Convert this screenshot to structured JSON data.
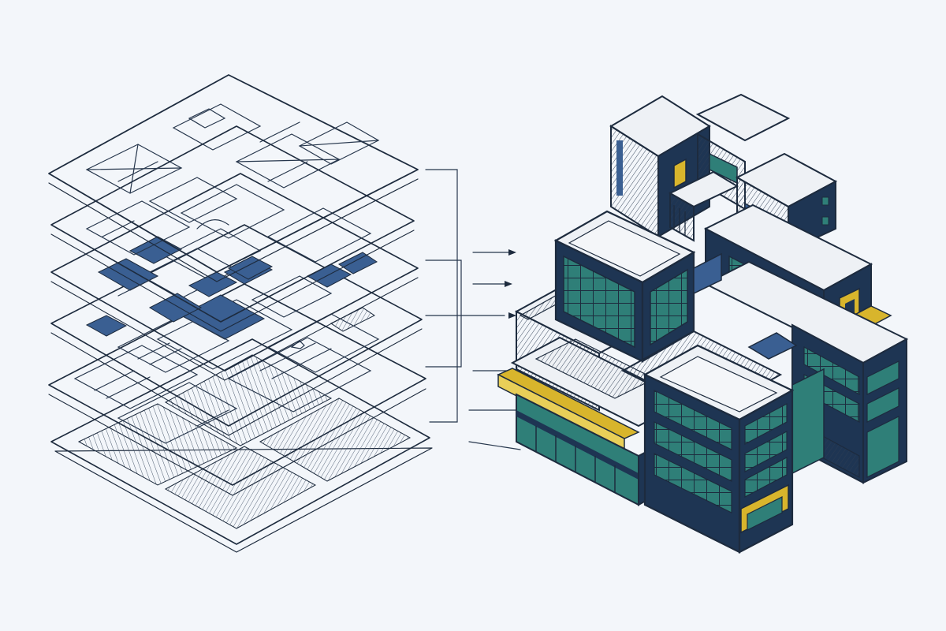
{
  "colors": {
    "background": "#f3f6fa",
    "ink": "#1d2b3e",
    "navy": "#1e3553",
    "blue": "#3a5f92",
    "teal": "#2f7f78",
    "yellow": "#d8b52c",
    "paper": "#f7f9fb",
    "roof": "#eef1f5"
  },
  "illustration": {
    "left": "stacked-blueprint-sheets",
    "connector": "converging-arrows",
    "right": "isometric-modular-building-cluster"
  }
}
